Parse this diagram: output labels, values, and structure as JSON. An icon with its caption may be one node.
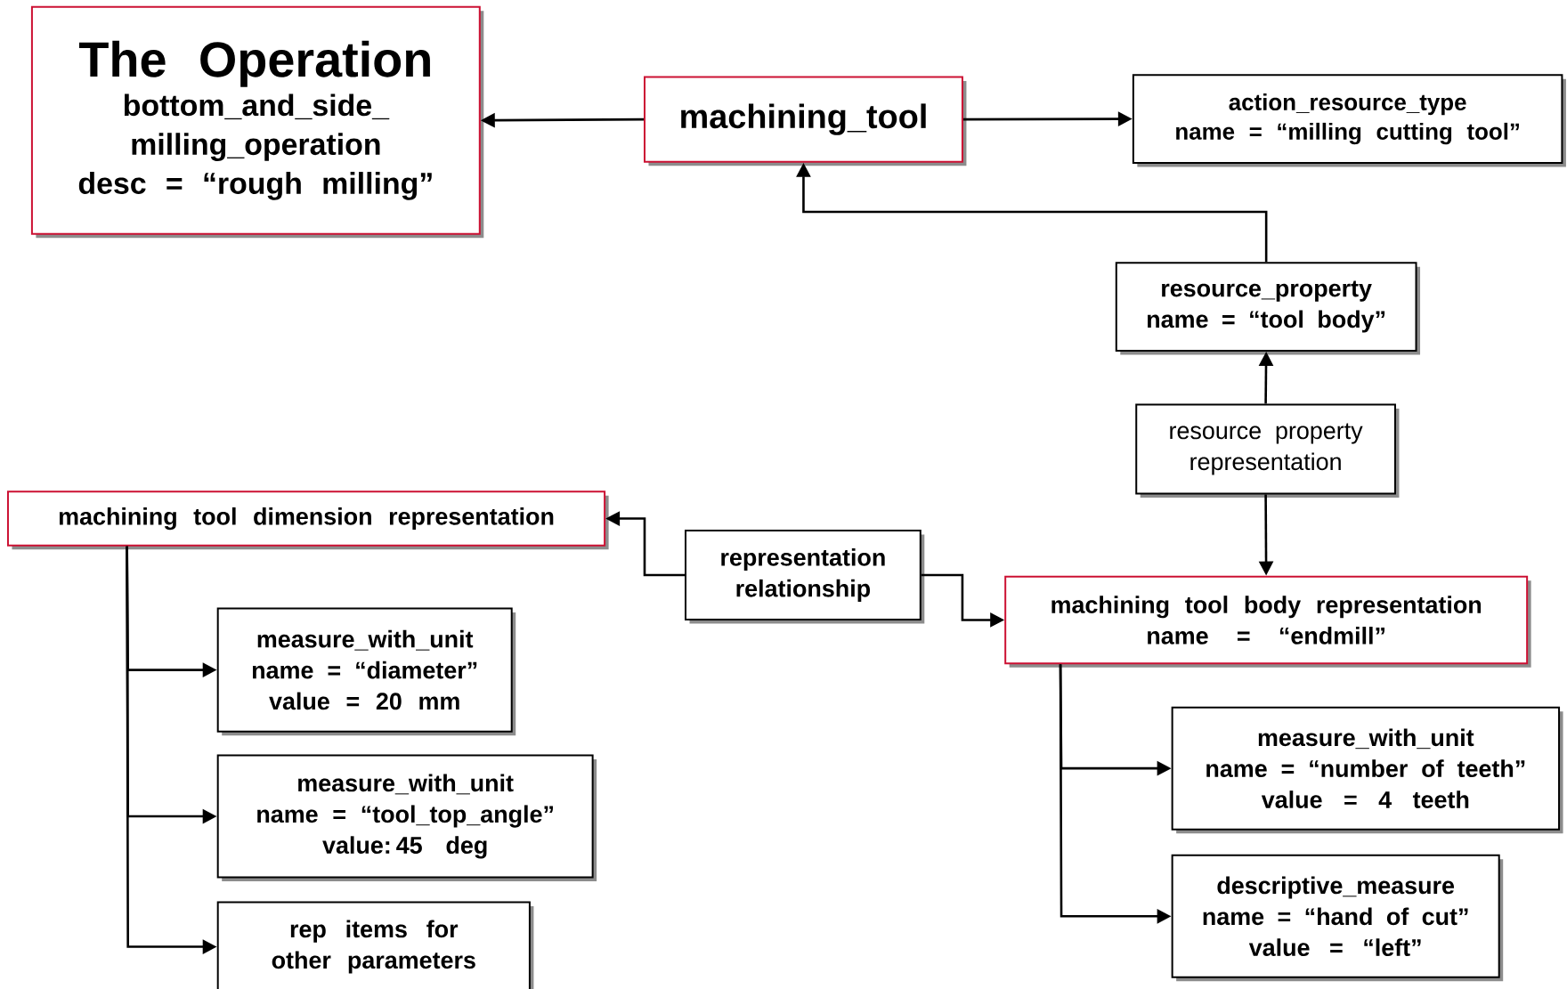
{
  "diagram": {
    "nodes": [
      {
        "text": [
          "The Operation",
          "bottom_and_side_ milling_operation",
          "desc = “rough milling”"
        ]
      },
      {
        "text": [
          "machining_tool"
        ]
      },
      {
        "text": [
          "action_resource_type",
          "name = “milling cutting tool”"
        ]
      },
      {
        "text": [
          "resource_property",
          "name = “tool body”"
        ]
      },
      {
        "text": [
          "resource property representation"
        ]
      },
      {
        "text": [
          "machining tool dimension representation"
        ]
      },
      {
        "text": [
          "representation relationship"
        ]
      },
      {
        "text": [
          "machining tool body representation",
          "name = “endmill”"
        ]
      },
      {
        "text": [
          "measure_with_unit",
          "name = “diameter”",
          "value = 20 mm"
        ]
      },
      {
        "text": [
          "measure_with_unit",
          "name = “tool_top_angle”",
          "value: 45 deg"
        ]
      },
      {
        "text": [
          "rep items for other parameters"
        ]
      },
      {
        "text": [
          "measure_with_unit",
          "name = “number of teeth”",
          "value = 4 teeth"
        ]
      },
      {
        "text": [
          "descriptive_measure",
          "name = “hand of cut”",
          "value = “left”"
        ]
      }
    ],
    "edges": [
      {
        "from": 1,
        "to": 0,
        "arrow": "to"
      },
      {
        "from": 1,
        "to": 2,
        "arrow": "to"
      },
      {
        "from": 3,
        "to": 1,
        "arrow": "to"
      },
      {
        "from": 4,
        "to": 3,
        "arrow": "to"
      },
      {
        "from": 4,
        "to": 7,
        "arrow": "to"
      },
      {
        "from": 6,
        "to": 5,
        "arrow": "to"
      },
      {
        "from": 6,
        "to": 7,
        "arrow": "to"
      },
      {
        "from": 5,
        "to": 8,
        "arrow": "to"
      },
      {
        "from": 5,
        "to": 9,
        "arrow": "to"
      },
      {
        "from": 5,
        "to": 10,
        "arrow": "to"
      },
      {
        "from": 7,
        "to": 11,
        "arrow": "to"
      },
      {
        "from": 7,
        "to": 12,
        "arrow": "to"
      }
    ]
  }
}
